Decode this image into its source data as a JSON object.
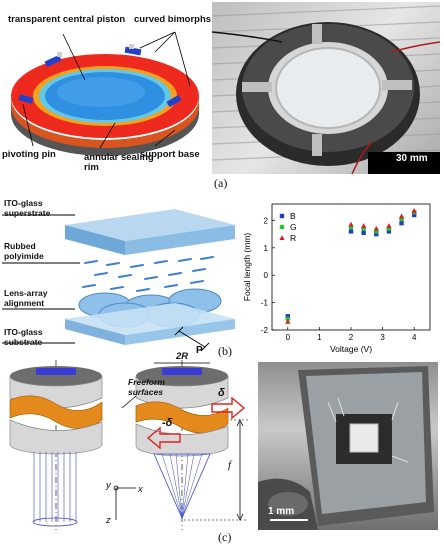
{
  "panel_a": {
    "tag": "(a)",
    "labels": {
      "piston": "transparent central piston",
      "bimorphs": "curved bimorphs",
      "pin": "pivoting pin",
      "rim": "annular sealing rim",
      "base": "support base"
    },
    "scale_label": "30 mm"
  },
  "panel_b": {
    "tag": "(b)",
    "labels": {
      "superstrate": "ITO-glass superstrate",
      "polyimide": "Rubbed polyimide",
      "alignment": "Lens-array alignment",
      "substrate": "ITO-glass substrate",
      "pitch": "P"
    }
  },
  "panel_c": {
    "tag": "(c)",
    "labels": {
      "freeform": "Freeform surfaces",
      "two_r": "2R",
      "delta": "δ",
      "neg_delta": "-δ",
      "focal": "f",
      "axis_y": "y",
      "axis_x": "x",
      "axis_z": "z"
    },
    "scale_label": "1 mm"
  },
  "chart_data": {
    "type": "scatter",
    "xlabel": "Voltage (V)",
    "ylabel": "Focal length (mm)",
    "xlim": [
      -0.5,
      4.5
    ],
    "ylim": [
      -2,
      2.6
    ],
    "xticks": [
      "0",
      "1",
      "2",
      "3",
      "4"
    ],
    "yticks": [
      "-2",
      "-1",
      "0",
      "1",
      "2"
    ],
    "legend_position": "top-left",
    "series": [
      {
        "name": "B",
        "color": "#1f3fbf",
        "marker": "square",
        "x": [
          0,
          2.0,
          2.4,
          2.8,
          3.2,
          3.6,
          4.0
        ],
        "y": [
          -1.5,
          1.6,
          1.55,
          1.5,
          1.6,
          1.9,
          2.2
        ]
      },
      {
        "name": "G",
        "color": "#22c22e",
        "marker": "circle",
        "x": [
          0,
          2.0,
          2.4,
          2.8,
          3.2,
          3.6,
          4.0
        ],
        "y": [
          -1.6,
          1.75,
          1.7,
          1.6,
          1.7,
          2.05,
          2.3
        ]
      },
      {
        "name": "R",
        "color": "#e01a1a",
        "marker": "triangle",
        "x": [
          0,
          2.0,
          2.4,
          2.8,
          3.2,
          3.6,
          4.0
        ],
        "y": [
          -1.7,
          1.85,
          1.8,
          1.7,
          1.8,
          2.15,
          2.35
        ]
      }
    ]
  }
}
